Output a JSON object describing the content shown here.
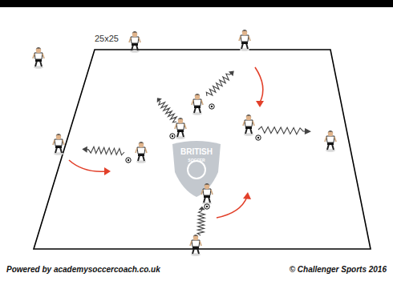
{
  "diagram": {
    "labels": [
      "25x25",
      "BRITISH",
      "SOCCER",
      "Powered by academysoccercoach.co.uk",
      "© Challenger Sports 2016"
    ]
  }
}
